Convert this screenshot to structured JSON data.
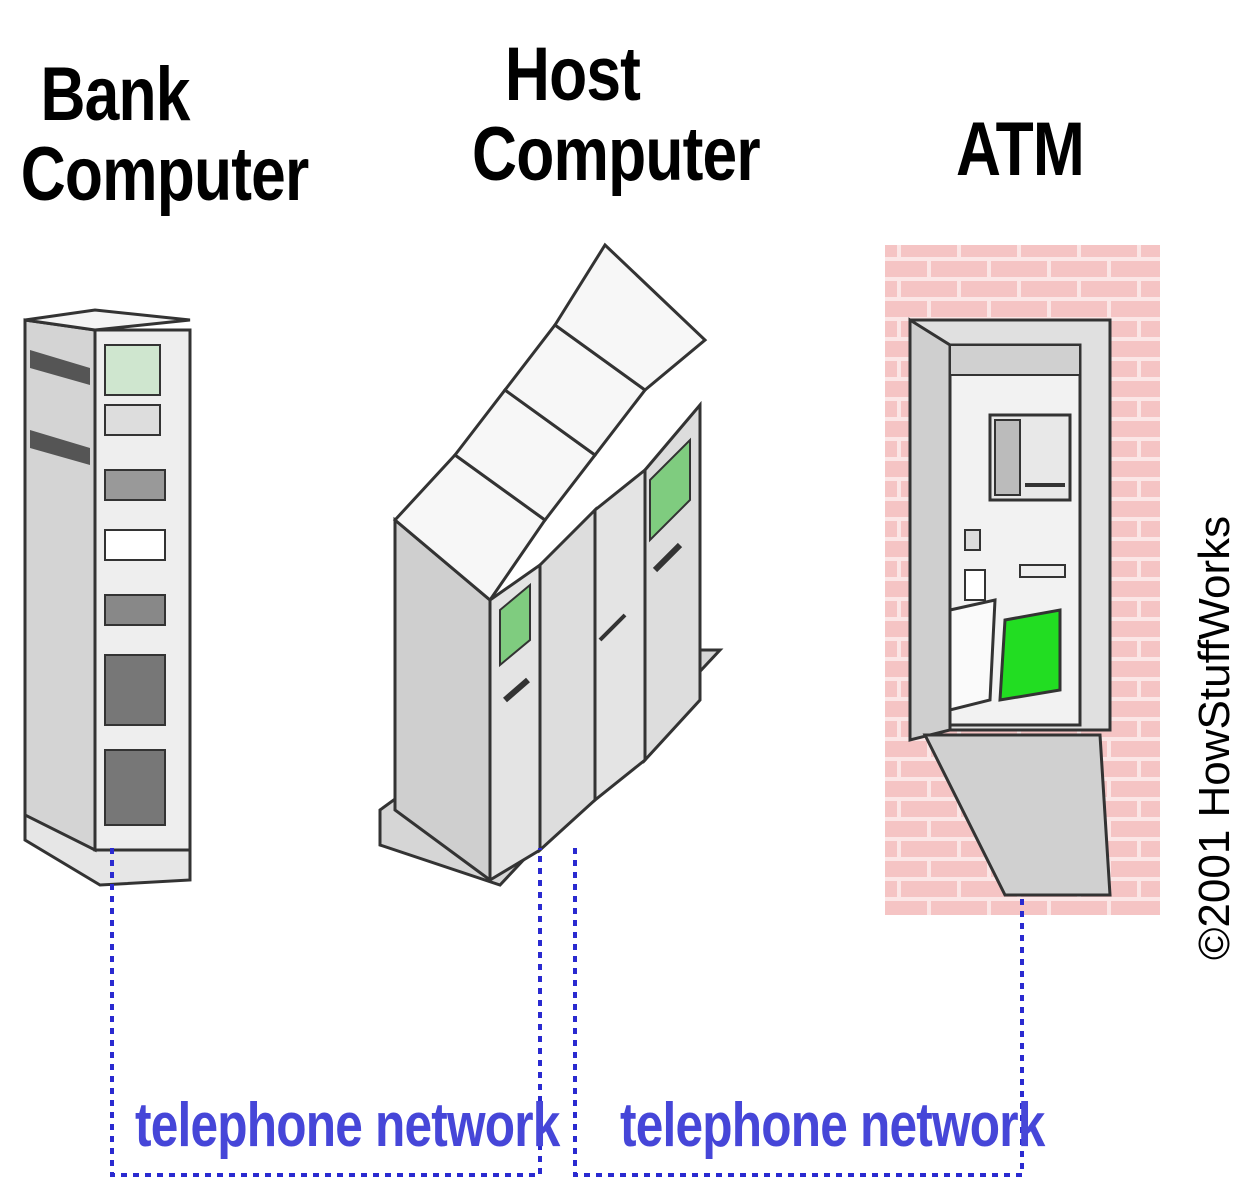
{
  "labels": {
    "bank": [
      "Bank",
      "Computer"
    ],
    "host": [
      "Host",
      "Computer"
    ],
    "atm": "ATM"
  },
  "network": {
    "left": "telephone network",
    "right": "telephone network"
  },
  "copyright": "©2001 HowStuffWorks",
  "colors": {
    "network_line": "#2a2ad0",
    "network_text": "#4646d8",
    "brick": "#f5c4c4",
    "brick_mortar": "#fbe6e6",
    "card": "#22dd22",
    "machine_gray": "#d8d8d8",
    "machine_light": "#f2f2f2",
    "outline": "#333333",
    "accent_green": "#55bb55"
  }
}
